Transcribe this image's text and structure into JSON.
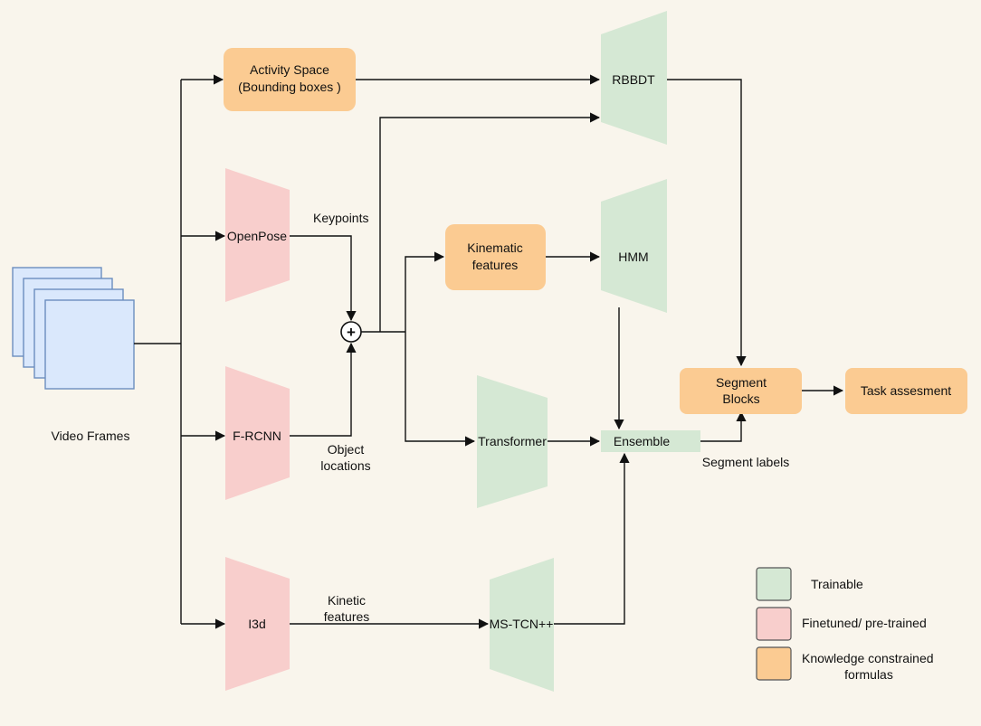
{
  "colors": {
    "trainable": "#d5e8d4",
    "finetuned": "#f8cecc",
    "knowledge": "#fbcb92",
    "frames": "#dae8fc",
    "background": "#f9f5ec"
  },
  "nodes": {
    "video_frames": "Video Frames",
    "activity_space_line1": "Activity Space",
    "activity_space_line2": "(Bounding boxes )",
    "openpose": "OpenPose",
    "frcnn": "F-RCNN",
    "i3d": "I3d",
    "rbbdt": "RBBDT",
    "kinematic_line1": "Kinematic",
    "kinematic_line2": "features",
    "hmm": "HMM",
    "transformer": "Transformer",
    "ensemble": "Ensemble",
    "ms_tcn": "MS-TCN++",
    "segment_blocks_line1": "Segment",
    "segment_blocks_line2": "Blocks",
    "task_assessment": "Task assesment",
    "plus": "+"
  },
  "edge_labels": {
    "keypoints": "Keypoints",
    "object_locations_line1": "Object",
    "object_locations_line2": "locations",
    "kinetic_line1": "Kinetic",
    "kinetic_line2": "features",
    "segment_labels": "Segment labels"
  },
  "legend": {
    "trainable": "Trainable",
    "finetuned": "Finetuned/ pre-trained",
    "knowledge_line1": "Knowledge constrained",
    "knowledge_line2": "formulas"
  }
}
